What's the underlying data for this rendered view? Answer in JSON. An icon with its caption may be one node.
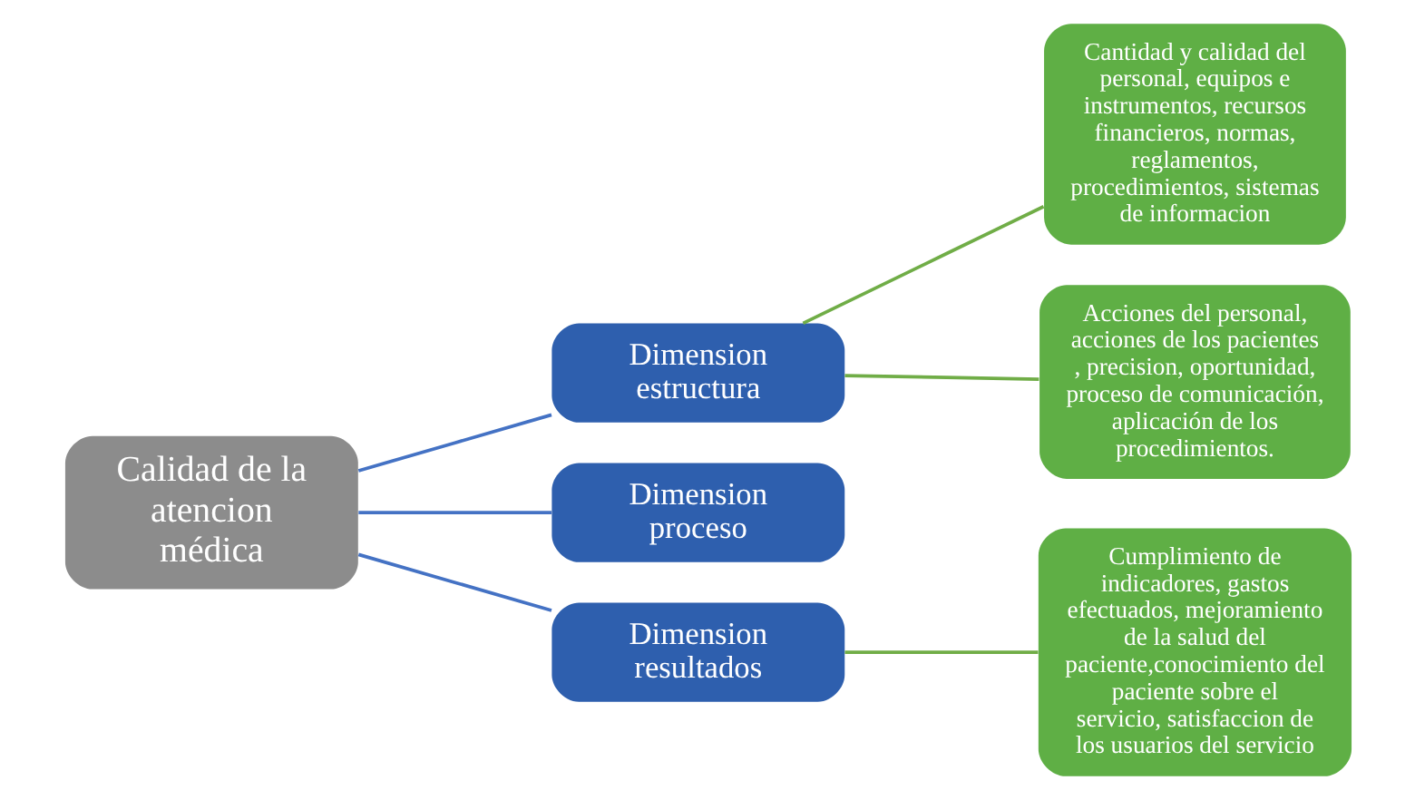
{
  "diagram": {
    "nodes": [
      {
        "text": [
          "Calidad de la atencion médica"
        ]
      },
      {
        "text": [
          "Dimension estructura"
        ]
      },
      {
        "text": [
          "Dimension proceso"
        ]
      },
      {
        "text": [
          "Dimension resultados"
        ]
      },
      {
        "text": [
          "Cantidad y calidad del personal, equipos e instrumentos, recursos financieros, normas, reglamentos, procedimientos, sistemas de informacion"
        ]
      },
      {
        "text": [
          "Acciones del personal, acciones de los pacientes , precision, oportunidad, proceso de comunicación, aplicación de los procedimientos."
        ]
      },
      {
        "text": [
          "Cumplimiento de indicadores, gastos efectuados, mejoramiento de la salud del paciente,conocimiento del paciente sobre el servicio, satisfaccion de los usuarios del servicio"
        ]
      }
    ],
    "edges": [
      {
        "from": 0,
        "to": 1,
        "arrow": "none",
        "color": "#4472c4"
      },
      {
        "from": 0,
        "to": 2,
        "arrow": "none",
        "color": "#4472c4"
      },
      {
        "from": 0,
        "to": 3,
        "arrow": "none",
        "color": "#4472c4"
      },
      {
        "from": 1,
        "to": 4,
        "arrow": "none",
        "color": "#70ad47"
      },
      {
        "from": 1,
        "to": 5,
        "arrow": "none",
        "color": "#70ad47"
      },
      {
        "from": 3,
        "to": 6,
        "arrow": "none",
        "color": "#70ad47"
      }
    ]
  }
}
